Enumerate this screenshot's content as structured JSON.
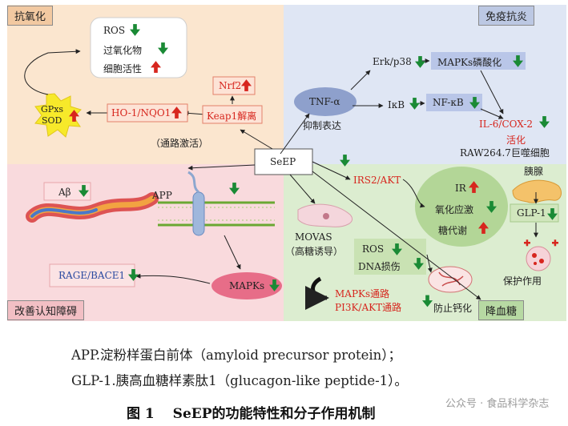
{
  "quadrants": {
    "antioxidant": "抗氧化",
    "immune": "免疫抗炎",
    "cognition": "改善认知障碍",
    "glucose": "降血糖"
  },
  "center": "SeEP",
  "antioxidant": {
    "ros": "ROS",
    "lipid": "过氧化物",
    "cell_activity": "细胞活性",
    "nrf2": "Nrf2",
    "keap1": "Keap1解离",
    "ho1": "HO-1/NQO1",
    "gpx": "GPxs",
    "sod": "SOD",
    "pathway": "（通路激活）"
  },
  "immune": {
    "tnf": "TNF-α",
    "inhibit": "抑制表达",
    "erk": "Erk/p38",
    "mapks_p": "MAPKs磷酸化",
    "ikb": "IκB",
    "nfkb": "NF-κB",
    "il6": "IL-6/COX-2",
    "activate": "活化",
    "raw": "RAW264.7巨噬细胞"
  },
  "cognition": {
    "abeta": "Aβ",
    "app": "APP",
    "rage": "RAGE/BACE1",
    "mapks": "MAPKs"
  },
  "glucose": {
    "irs2": "IRS2/AKT",
    "ir": "IR",
    "ox": "氧化应激",
    "metab": "糖代谢",
    "pancreas": "胰腺",
    "glp1": "GLP-1",
    "protect": "保护作用",
    "movas": "MOVAS",
    "hg": "（高糖诱导）",
    "ros": "ROS",
    "dna": "DNA损伤",
    "mapks_path": "MAPKs通路",
    "pi3k": "PI3K/AKT通路",
    "calc": "防止钙化"
  },
  "captions": {
    "line1": "APP.淀粉样蛋白前体（amyloid precursor protein）；",
    "line2": "GLP-1.胰高血糖样素肽1（glucagon-like peptide-1）。",
    "title": "图 1　 SeEP的功能特性和分子作用机制",
    "watermark": "公众号 · 食品科学杂志"
  },
  "colors": {
    "up_arrow": "#d7261e",
    "down_arrow": "#1a8a35"
  }
}
